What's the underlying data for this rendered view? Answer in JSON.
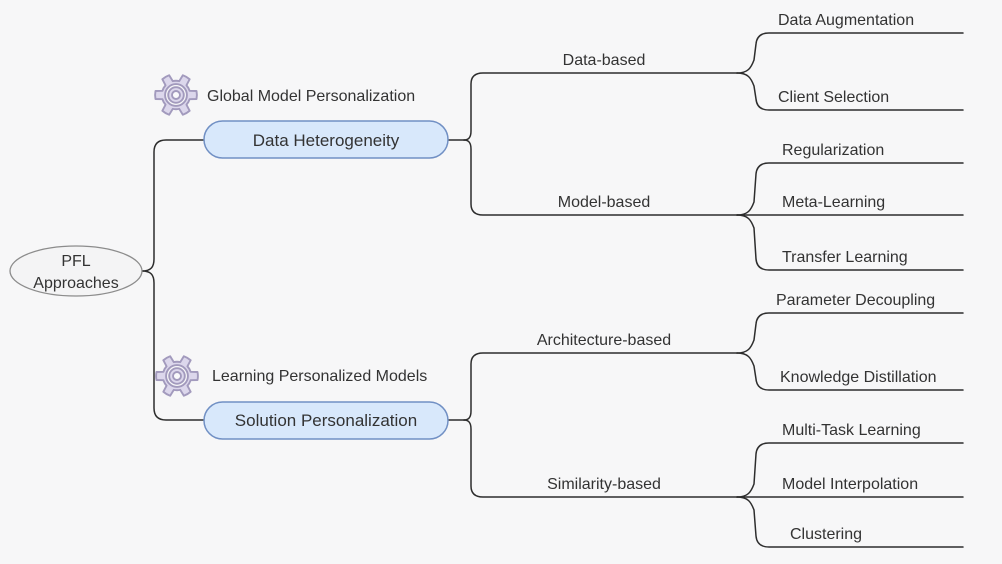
{
  "diagram": {
    "type": "mindmap-tree",
    "orientation": "left-to-right"
  },
  "colors": {
    "background": "#f7f7f8",
    "connector_line": "#2d2d2d",
    "text": "#333333",
    "pill_fill": "#d8e8fb",
    "pill_border": "#7190c4",
    "root_fill": "#f4f4f5",
    "root_border": "#8c8c8c",
    "gear_fill": "#dcd7ec",
    "gear_outline": "#a29abd"
  },
  "tree": {
    "root": {
      "line1": "PFL",
      "line2": "Approaches"
    },
    "branches": [
      {
        "annotation": "Global Model Personalization",
        "icon": "gear-icon",
        "label": "Data Heterogeneity",
        "children": [
          {
            "label": "Data-based",
            "children": [
              "Data Augmentation",
              "Client Selection"
            ]
          },
          {
            "label": "Model-based",
            "children": [
              "Regularization",
              "Meta-Learning",
              "Transfer Learning"
            ]
          }
        ]
      },
      {
        "annotation": "Learning Personalized Models",
        "icon": "gear-icon",
        "label": "Solution Personalization",
        "children": [
          {
            "label": "Architecture-based",
            "children": [
              "Parameter Decoupling",
              "Knowledge Distillation"
            ]
          },
          {
            "label": "Similarity-based",
            "children": [
              "Multi-Task Learning",
              "Model Interpolation",
              "Clustering"
            ]
          }
        ]
      }
    ]
  }
}
